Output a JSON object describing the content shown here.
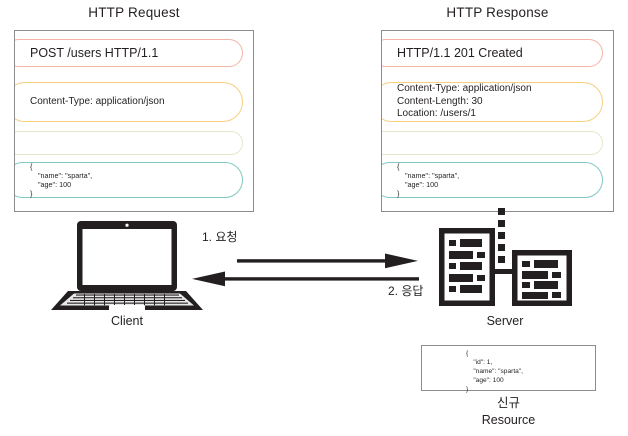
{
  "diagram": {
    "request_panel": {
      "title": "HTTP Request",
      "lines": {
        "start_line": "POST /users HTTP/1.1",
        "headers": "Content-Type: application/json",
        "blank": "",
        "body": "{\n    \"name\": \"sparta\",\n    \"age\": 100\n}"
      }
    },
    "response_panel": {
      "title": "HTTP Response",
      "lines": {
        "status_line": "HTTP/1.1 201 Created",
        "headers": "Content-Type: application/json\nContent-Length: 30\nLocation: /users/1",
        "blank": "",
        "body": "{\n    \"name\": \"sparta\",\n    \"age\": 100\n}"
      }
    },
    "client": {
      "label": "Client",
      "icon": "laptop-icon"
    },
    "server": {
      "label": "Server",
      "icon": "server-icon"
    },
    "flow": {
      "request_arrow_label": "1. 요청",
      "response_arrow_label": "2. 응답"
    },
    "resource": {
      "json": "{\n    \"id\": 1,\n    \"name\": \"sparta\",\n    \"age\": 100\n}",
      "caption": "신규\nResource"
    },
    "colors": {
      "start_line": "#f4b3a4",
      "headers": "#f7cf7f",
      "blank": "#dfeacb",
      "body": "#7fc9c0",
      "panel_border": "#8c8c8c",
      "ink": "#231f20"
    }
  }
}
